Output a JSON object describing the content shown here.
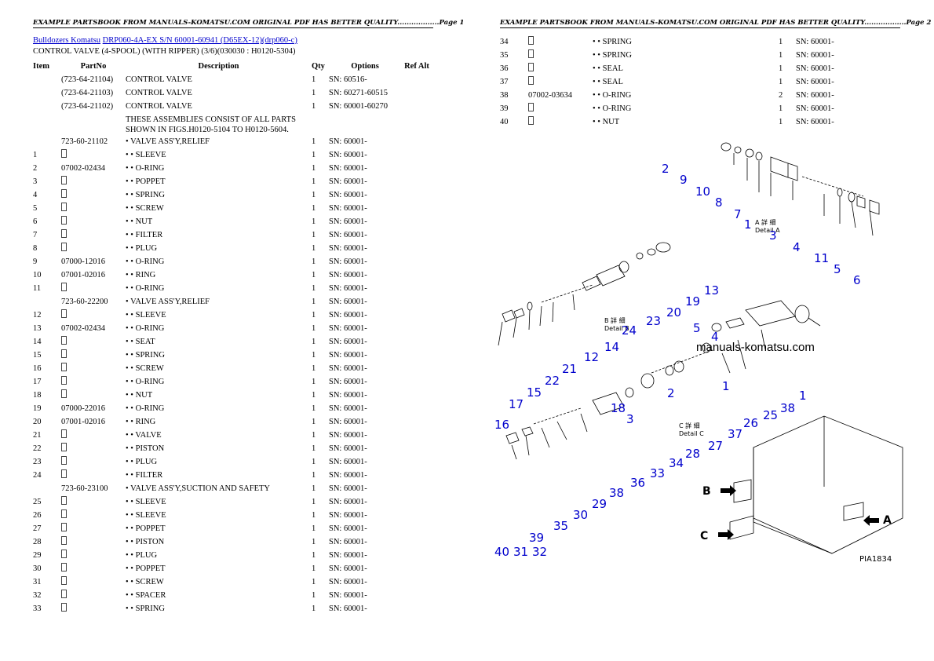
{
  "page1": {
    "header": "EXAMPLE PARTSBOOK FROM MANUALS-KOMATSU.COM ORIGINAL PDF HAS BETTER QUALITY..................Page 1",
    "breadcrumb": {
      "link1": "Bulldozers Komatsu",
      "link2": "DRP060-4A-EX S/N 60001-60941 (D65EX-12)(drp060-c)"
    },
    "subtitle": "CONTROL VALVE (4-SPOOL) (WITH RIPPER) (3/6)(030030 : H0120-5304)",
    "columns": [
      "Item",
      "PartNo",
      "Description",
      "Qty",
      "Options",
      "Ref Alt"
    ],
    "rows": [
      {
        "item": "",
        "part": "(723-64-21104)",
        "desc": "CONTROL VALVE",
        "qty": "1",
        "opt": "SN: 60516-"
      },
      {
        "item": "",
        "part": "(723-64-21103)",
        "desc": "CONTROL VALVE",
        "qty": "1",
        "opt": "SN: 60271-60515"
      },
      {
        "item": "",
        "part": "(723-64-21102)",
        "desc": "CONTROL VALVE",
        "qty": "1",
        "opt": "SN: 60001-60270"
      },
      {
        "item": "",
        "part": "",
        "desc": "THESE ASSEMBLIES CONSIST OF ALL PARTS SHOWN IN FIGS.H0120-5104 TO H0120-5604.",
        "qty": "",
        "opt": "",
        "wrap": true
      },
      {
        "item": "",
        "part": "723-60-21102",
        "desc": "• VALVE ASS'Y,RELIEF",
        "qty": "1",
        "opt": "SN: 60001-"
      },
      {
        "item": "1",
        "part": "box",
        "desc": "• • SLEEVE",
        "qty": "1",
        "opt": "SN: 60001-"
      },
      {
        "item": "2",
        "part": "07002-02434",
        "desc": "• • O-RING",
        "qty": "1",
        "opt": "SN: 60001-"
      },
      {
        "item": "3",
        "part": "box",
        "desc": "• • POPPET",
        "qty": "1",
        "opt": "SN: 60001-"
      },
      {
        "item": "4",
        "part": "box",
        "desc": "• • SPRING",
        "qty": "1",
        "opt": "SN: 60001-"
      },
      {
        "item": "5",
        "part": "box",
        "desc": "• • SCREW",
        "qty": "1",
        "opt": "SN: 60001-"
      },
      {
        "item": "6",
        "part": "box",
        "desc": "• • NUT",
        "qty": "1",
        "opt": "SN: 60001-"
      },
      {
        "item": "7",
        "part": "box",
        "desc": "• • FILTER",
        "qty": "1",
        "opt": "SN: 60001-"
      },
      {
        "item": "8",
        "part": "box",
        "desc": "• • PLUG",
        "qty": "1",
        "opt": "SN: 60001-"
      },
      {
        "item": "9",
        "part": "07000-12016",
        "desc": "• • O-RING",
        "qty": "1",
        "opt": "SN: 60001-"
      },
      {
        "item": "10",
        "part": "07001-02016",
        "desc": "• • RING",
        "qty": "1",
        "opt": "SN: 60001-"
      },
      {
        "item": "11",
        "part": "box",
        "desc": "• • O-RING",
        "qty": "1",
        "opt": "SN: 60001-"
      },
      {
        "item": "",
        "part": "723-60-22200",
        "desc": "• VALVE ASS'Y,RELIEF",
        "qty": "1",
        "opt": "SN: 60001-"
      },
      {
        "item": "12",
        "part": "box",
        "desc": "• • SLEEVE",
        "qty": "1",
        "opt": "SN: 60001-"
      },
      {
        "item": "13",
        "part": "07002-02434",
        "desc": "• • O-RING",
        "qty": "1",
        "opt": "SN: 60001-"
      },
      {
        "item": "14",
        "part": "box",
        "desc": "• • SEAT",
        "qty": "1",
        "opt": "SN: 60001-"
      },
      {
        "item": "15",
        "part": "box",
        "desc": "• • SPRING",
        "qty": "1",
        "opt": "SN: 60001-"
      },
      {
        "item": "16",
        "part": "box",
        "desc": "• • SCREW",
        "qty": "1",
        "opt": "SN: 60001-"
      },
      {
        "item": "17",
        "part": "box",
        "desc": "• • O-RING",
        "qty": "1",
        "opt": "SN: 60001-"
      },
      {
        "item": "18",
        "part": "box",
        "desc": "• • NUT",
        "qty": "1",
        "opt": "SN: 60001-"
      },
      {
        "item": "19",
        "part": "07000-22016",
        "desc": "• • O-RING",
        "qty": "1",
        "opt": "SN: 60001-"
      },
      {
        "item": "20",
        "part": "07001-02016",
        "desc": "• • RING",
        "qty": "1",
        "opt": "SN: 60001-"
      },
      {
        "item": "21",
        "part": "box",
        "desc": "• • VALVE",
        "qty": "1",
        "opt": "SN: 60001-"
      },
      {
        "item": "22",
        "part": "box",
        "desc": "• • PISTON",
        "qty": "1",
        "opt": "SN: 60001-"
      },
      {
        "item": "23",
        "part": "box",
        "desc": "• • PLUG",
        "qty": "1",
        "opt": "SN: 60001-"
      },
      {
        "item": "24",
        "part": "box",
        "desc": "• • FILTER",
        "qty": "1",
        "opt": "SN: 60001-"
      },
      {
        "item": "",
        "part": "723-60-23100",
        "desc": "• VALVE ASS'Y,SUCTION AND SAFETY",
        "qty": "1",
        "opt": "SN: 60001-"
      },
      {
        "item": "25",
        "part": "box",
        "desc": "• • SLEEVE",
        "qty": "1",
        "opt": "SN: 60001-"
      },
      {
        "item": "26",
        "part": "box",
        "desc": "• • SLEEVE",
        "qty": "1",
        "opt": "SN: 60001-"
      },
      {
        "item": "27",
        "part": "box",
        "desc": "• • POPPET",
        "qty": "1",
        "opt": "SN: 60001-"
      },
      {
        "item": "28",
        "part": "box",
        "desc": "• • PISTON",
        "qty": "1",
        "opt": "SN: 60001-"
      },
      {
        "item": "29",
        "part": "box",
        "desc": "• • PLUG",
        "qty": "1",
        "opt": "SN: 60001-"
      },
      {
        "item": "30",
        "part": "box",
        "desc": "• • POPPET",
        "qty": "1",
        "opt": "SN: 60001-"
      },
      {
        "item": "31",
        "part": "box",
        "desc": "• • SCREW",
        "qty": "1",
        "opt": "SN: 60001-"
      },
      {
        "item": "32",
        "part": "box",
        "desc": "• • SPACER",
        "qty": "1",
        "opt": "SN: 60001-"
      },
      {
        "item": "33",
        "part": "box",
        "desc": "• • SPRING",
        "qty": "1",
        "opt": "SN: 60001-"
      }
    ]
  },
  "page2": {
    "header": "EXAMPLE PARTSBOOK FROM MANUALS-KOMATSU.COM ORIGINAL PDF HAS BETTER QUALITY..................Page 2",
    "rows": [
      {
        "item": "34",
        "part": "box",
        "desc": "• • SPRING",
        "qty": "1",
        "opt": "SN: 60001-"
      },
      {
        "item": "35",
        "part": "box",
        "desc": "• • SPRING",
        "qty": "1",
        "opt": "SN: 60001-"
      },
      {
        "item": "36",
        "part": "box",
        "desc": "• • SEAL",
        "qty": "1",
        "opt": "SN: 60001-"
      },
      {
        "item": "37",
        "part": "box",
        "desc": "• • SEAL",
        "qty": "1",
        "opt": "SN: 60001-"
      },
      {
        "item": "38",
        "part": "07002-03634",
        "desc": "• • O-RING",
        "qty": "2",
        "opt": "SN: 60001-"
      },
      {
        "item": "39",
        "part": "box",
        "desc": "• • O-RING",
        "qty": "1",
        "opt": "SN: 60001-"
      },
      {
        "item": "40",
        "part": "box",
        "desc": "• • NUT",
        "qty": "1",
        "opt": "SN: 60001-"
      }
    ],
    "diagram": {
      "watermark": "manuals-komatsu.com",
      "detail_a": [
        "A 詳 細",
        "Detail A"
      ],
      "detail_b": [
        "B 詳 細",
        "Detail B"
      ],
      "detail_c": [
        "C 詳 細",
        "Detail C"
      ],
      "arrow_labels": [
        "B",
        "C",
        "A"
      ],
      "figure_code": "PIA1834",
      "callouts": [
        "2",
        "9",
        "10",
        "8",
        "7",
        "1",
        "3",
        "4",
        "11",
        "5",
        "6",
        "13",
        "19",
        "20",
        "23",
        "5",
        "24",
        "4",
        "14",
        "1",
        "12",
        "21",
        "22",
        "15",
        "17",
        "16",
        "18",
        "3",
        "2",
        "1",
        "38",
        "25",
        "26",
        "37",
        "27",
        "28",
        "34",
        "33",
        "36",
        "38",
        "29",
        "30",
        "35",
        "39",
        "40",
        "31",
        "32"
      ]
    }
  }
}
